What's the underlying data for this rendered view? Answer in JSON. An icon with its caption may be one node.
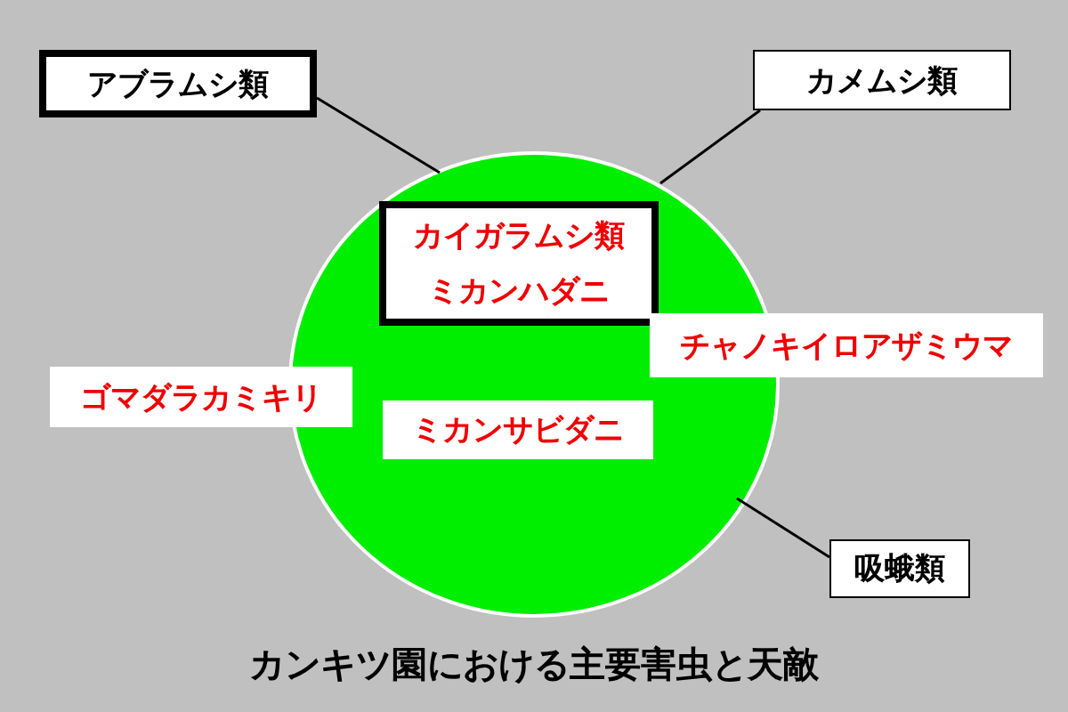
{
  "diagram": {
    "caption": "カンキツ園における主要害虫と天敵",
    "nodes": [
      {
        "text": [],
        "shape": "circle"
      },
      {
        "text": [
          "アブラムシ類"
        ]
      },
      {
        "text": [
          "カメムシ類"
        ]
      },
      {
        "text": [
          "カイガラムシ類",
          "ミカンハダニ"
        ],
        "in": 0
      },
      {
        "text": [
          "チャノキイロアザミウマ"
        ]
      },
      {
        "text": [
          "ゴマダラカミキリ"
        ]
      },
      {
        "text": [
          "ミカンサビダニ"
        ],
        "in": 0
      },
      {
        "text": [
          "吸蛾類"
        ]
      }
    ],
    "edges": [
      {
        "from": 1,
        "to": 0,
        "arrow": "none"
      },
      {
        "from": 2,
        "to": 0,
        "arrow": "none"
      },
      {
        "from": 7,
        "to": 0,
        "arrow": "none"
      }
    ]
  }
}
